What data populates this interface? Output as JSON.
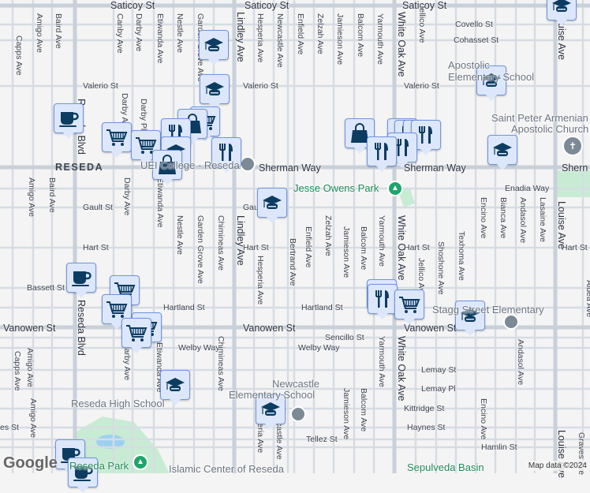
{
  "map": {
    "neighborhood": "RESEDA",
    "streets": {
      "horizontal": [
        "Saticoy St",
        "Saticoy St",
        "Saticoy St",
        "Covello St",
        "Cohasset St",
        "Valerio St",
        "Valerio St",
        "Valerio St",
        "Sherman Way",
        "Sherman Way",
        "Shern",
        "Enadia Way",
        "Gault St",
        "Gau",
        "Hart St",
        "Hart St",
        "Hart St",
        "Hart St",
        "Bassett St",
        "Hartland St",
        "Hartland St",
        "Vanowen St",
        "Vanowen St",
        "Vanowen St",
        "Sencillo St",
        "Welby Way",
        "Welby Way",
        "Lemay St",
        "Lemay Pl",
        "Kittridge St",
        "Haynes St",
        "Hamlin St",
        "Tellez St",
        "es St"
      ],
      "vertical": [
        "Amigo Ave",
        "Baird Ave",
        "Capps Ave",
        "Canby Ave",
        "Darby Ave",
        "Etiwanda Ave",
        "Nestle Ave",
        "Garden Grove Ave",
        "Lindley Ave",
        "Hesperia Ave",
        "Newcastle Ave",
        "Enfield Ave",
        "Zelzah Ave",
        "Jamieson Ave",
        "Balcom Ave",
        "Yarmouth Ave",
        "White Oak Ave",
        "Jellico Ave",
        "Louise Ave",
        "Reseda Blvd",
        "Darby Ave",
        "Darby Pl",
        "Amigo Ave",
        "Baird Ave",
        "Darby Ave",
        "Etiwanda Ave",
        "Nestle Ave",
        "Garden Grove Ave",
        "Chimineas Ave",
        "Lindley Ave",
        "Hesperia Ave",
        "Bertrand Ave",
        "Enfield Ave",
        "Zelzah Ave",
        "Jamieson Ave",
        "Balcom Ave",
        "Yarmouth Ave",
        "White Oak Ave",
        "Jellico Ave",
        "Shoshone Ave",
        "Texhoma Ave",
        "Encino Ave",
        "Bianca Ave",
        "Andasol Ave",
        "Lasaine Ave",
        "Louise Ave",
        "Aldea Ave",
        "Reseda Blvd",
        "Amigo Ave",
        "Capps Ave",
        "Darby Ave",
        "Etiwanda Ave",
        "Chimineas Ave",
        "Hesperia Ave",
        "Newcastle Ave",
        "Jamieson Ave",
        "Balcom Ave",
        "Yarmouth Ave",
        "White Oak Ave",
        "Andasol Ave",
        "Encino Ave",
        "Louise Ave",
        "Graves Ave",
        "Amigo Ave"
      ]
    },
    "places": {
      "apostolic_school_1": "Apostolic",
      "apostolic_school_2": "Elementary School",
      "church_1": "Saint Peter Armenian",
      "church_2": "Apostolic Church",
      "jesse_owens_park": "Jesse Owens Park",
      "uei": "UEI College - Reseda",
      "stagg_school": "Stagg Street Elementary",
      "newcastle_1": "Newcastle",
      "newcastle_2": "Elementary School",
      "reseda_high": "Reseda High School",
      "islamic_center": "Islamic Center of Reseda",
      "reseda_park": "Reseda Park",
      "sepulveda": "Sepulveda Basin"
    },
    "pins": [
      "school",
      "school",
      "coffee",
      "cart",
      "cart",
      "cart",
      "bag",
      "restaurant",
      "school",
      "bag",
      "restaurant",
      "school",
      "bag",
      "restaurant",
      "restaurant",
      "restaurant",
      "restaurant",
      "restaurant",
      "restaurant",
      "school",
      "school",
      "school",
      "coffee",
      "cart",
      "cart",
      "cart",
      "cart",
      "restaurant",
      "restaurant",
      "cart",
      "school",
      "school",
      "school",
      "coffee",
      "coffee"
    ],
    "attribution": "Map data ©2024",
    "google_logo": "Google"
  },
  "colors": {
    "road": "#cfd6de",
    "major_road": "#c3ccd6",
    "park": "#c8ecd3",
    "pin_bg": "#dde7fb",
    "pin_border": "#6f95e0",
    "pin_icon": "#0d3c61",
    "park_text": "#1e8a58"
  }
}
